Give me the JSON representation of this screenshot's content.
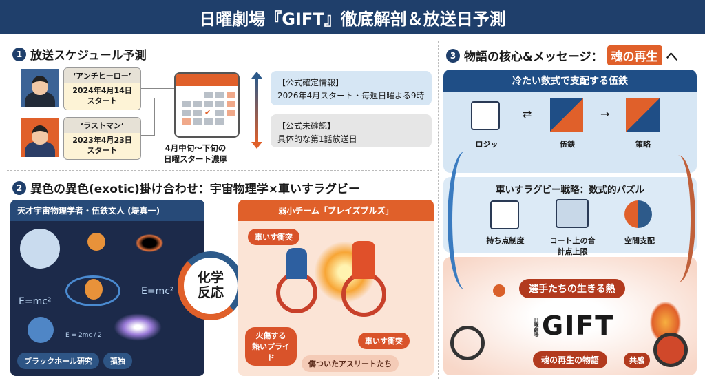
{
  "title": "日曜劇場『GIFT』徹底解剖＆放送日予測",
  "section1": {
    "number": "1",
    "heading": "放送スケジュール予測",
    "precedents": [
      {
        "title": "‘アンチヒーロー’",
        "date": "2024年4月14日",
        "suffix": "スタート"
      },
      {
        "title": "‘ラストマン’",
        "date": "2023年4月23日",
        "suffix": "スタート"
      }
    ],
    "calendar_note": [
      "4月中旬〜下旬の",
      "日曜スタート濃厚"
    ],
    "confirmed": {
      "label": "【公式確定情報】",
      "text": "2026年4月スタート・毎週日曜よる9時"
    },
    "unconfirmed": {
      "label": "【公式未確認】",
      "text": "具体的な第1話放送日"
    }
  },
  "section2": {
    "number": "2",
    "heading": "異色の異色(exotic)掛け合わせ：宇宙物理学×車いすラグビー",
    "left": {
      "title": "天才宇宙物理学者・伍鉄文人 (堤真一)",
      "formulas": [
        "E=mc²",
        "E=mc²",
        "E = 2mc / 2"
      ],
      "tags": [
        "ブラックホール研究",
        "孤独"
      ]
    },
    "center": [
      "化学",
      "反応"
    ],
    "right": {
      "title": "弱小チーム「ブレイズブルズ」",
      "callouts": [
        "車いす衝突",
        "車いす衝突",
        "火傷する 熱いプライド",
        "傷ついたアスリートたち"
      ]
    }
  },
  "section3": {
    "number": "3",
    "heading": "物語の核心&メッセージ：",
    "highlight": "魂の再生",
    "heading_suffix": "へ",
    "box1": {
      "title": "冷たい数式で支配する伍鉄",
      "items": [
        "ロジッ",
        "伍鉄",
        "策略"
      ]
    },
    "box2": {
      "title": "車いすラグビー戦略：数式的パズル",
      "items": [
        "持ち点制度",
        "コート上の合計点上限",
        "空間支配"
      ]
    },
    "box3": {
      "top": "選手たちの生きる熱",
      "logo_small": "日曜劇場",
      "logo": "GIFT",
      "bottom": "魂の再生の物語",
      "badge": "共感"
    }
  },
  "colors": {
    "navy": "#1f3f6b",
    "orange": "#e0602a",
    "lightblue": "#dbe8f5"
  }
}
